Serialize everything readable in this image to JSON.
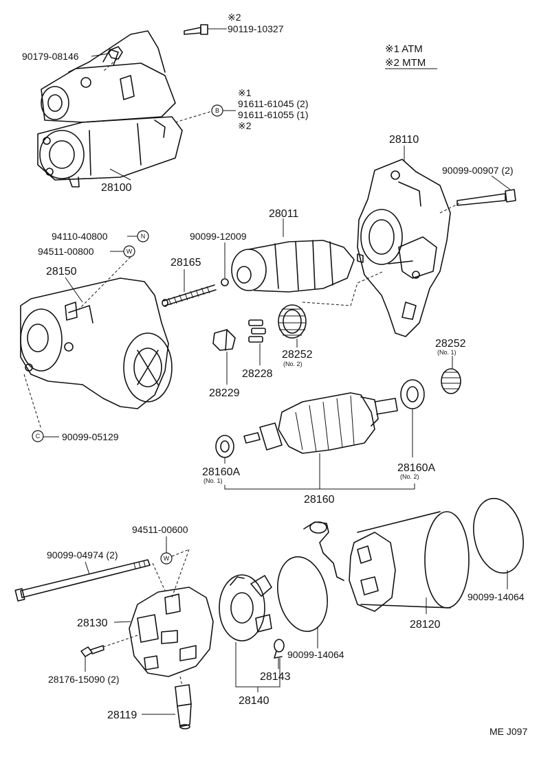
{
  "legend": {
    "line1": "※1 ATM",
    "line2": "※2 MTM"
  },
  "labels": {
    "bolt_top_note": "※2",
    "bolt_top": "90119-10327",
    "nut_top": "90179-08146",
    "screw_b_note1": "※1",
    "screw_b_1": "91611-61045 (2)",
    "screw_b_2": "91611-61055 (1)",
    "screw_b_note2": "※2",
    "starter_assy": "28100",
    "housing": "28110",
    "through_bolt": "90099-00907 (2)",
    "clutch": "28011",
    "washer": "90099-12009",
    "nut_n": "94110-40800",
    "washer_w": "94511-00800",
    "switch": "28150",
    "spring": "28165",
    "idler_1": "28252",
    "idler_1_sub": "(No. 1)",
    "idler_2": "28252",
    "idler_2_sub": "(No. 2)",
    "retainer": "28228",
    "ball": "28229",
    "nut_c": "90099-05129",
    "bearing_1": "28160A",
    "bearing_1_sub": "(No. 1)",
    "bearing_2": "28160A",
    "bearing_2_sub": "(No. 2)",
    "armature": "28160",
    "washer_w2": "94511-00600",
    "long_bolt": "90099-04974 (2)",
    "end_frame": "28130",
    "screw": "28176-15090 (2)",
    "terminal": "28119",
    "brush_holder": "28140",
    "brush_spring": "28143",
    "oring_1": "90099-14064",
    "yoke": "28120",
    "oring_2": "90099-14064",
    "footer_code": "ME  J097"
  },
  "symbols": {
    "b": "B",
    "c": "C",
    "n": "N",
    "w": "W"
  }
}
